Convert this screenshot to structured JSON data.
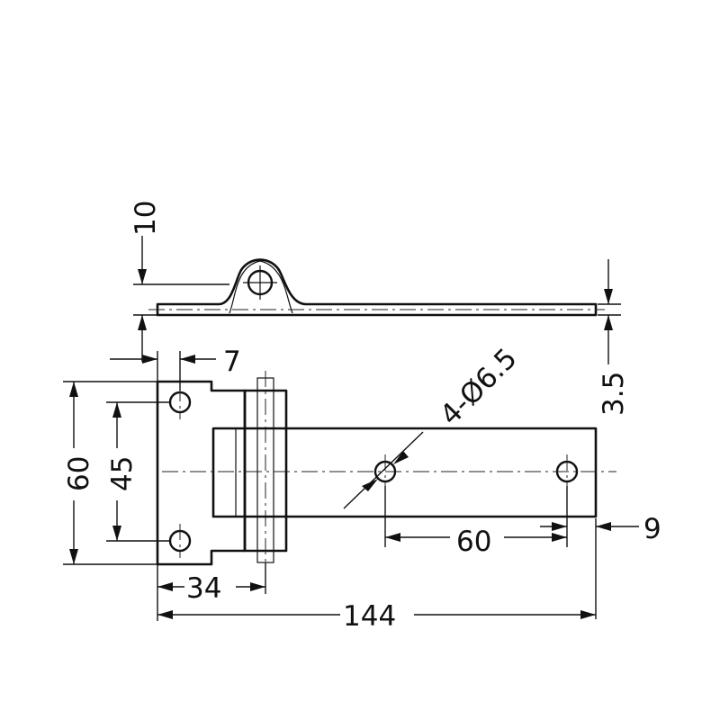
{
  "dimensions": {
    "top_thickness": "10",
    "plate_thickness": "3.5",
    "offset": "7",
    "height": "60",
    "hole_spacing_vertical": "45",
    "hole_spec": "4-Ø6.5",
    "hole_spacing_horizontal": "60",
    "edge_distance": "9",
    "leaf_width": "34",
    "overall_length": "144"
  }
}
